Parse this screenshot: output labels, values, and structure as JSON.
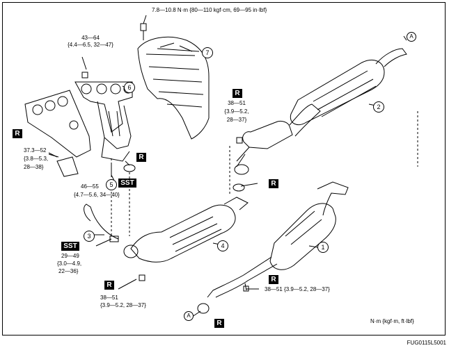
{
  "torques": {
    "heat_insulator": "7.8—10.8 N·m {80—110 kgf·cm, 69—95 in·lbf}",
    "manifold_nut_1": "43—64",
    "manifold_nut_2": "{4.4—6.5, 32—47}",
    "bracket_1": "37.3—52",
    "bracket_2": "{3.8—5.3,",
    "bracket_3": "28—38}",
    "stud_1": "46—55",
    "stud_2": "{4.7—5.6, 34—40}",
    "pipe_nut_1": "38—51",
    "pipe_nut_2": "{3.9—5.2,",
    "pipe_nut_3": "28—37}",
    "sensor_1": "29—49",
    "sensor_2": "{3.0—4.9,",
    "sensor_3": "22—36}",
    "lower_1": "38—51",
    "lower_2": "{3.9—5.2, 28—37}",
    "rear_nut": "38—51  {3.9—5.2, 28—37}"
  },
  "labels": {
    "replace": "R",
    "sst": "SST",
    "ref_a": "A",
    "units": "N·m {kgf·m, ft·lbf}",
    "figure_code": "FUG0115L5001"
  },
  "callouts": [
    "1",
    "2",
    "3",
    "4",
    "5",
    "6",
    "7"
  ]
}
